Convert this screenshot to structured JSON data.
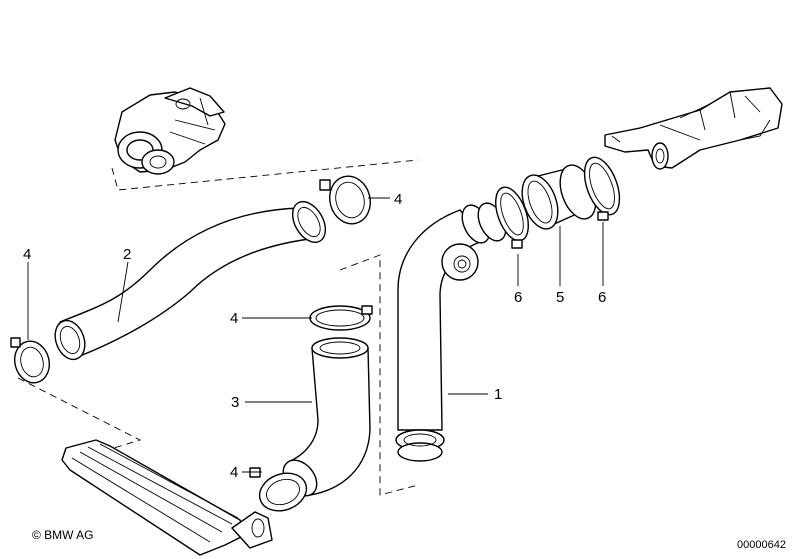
{
  "callouts": {
    "c1": "1",
    "c2": "2",
    "c3": "3",
    "c4_top": "4",
    "c4_left": "4",
    "c4_mid": "4",
    "c4_bottom": "4",
    "c5": "5",
    "c6_left": "6",
    "c6_right": "6"
  },
  "footer": {
    "copyright": "© BMW AG",
    "drawing_id": "00000642"
  },
  "colors": {
    "line": "#000000",
    "background": "#ffffff"
  }
}
